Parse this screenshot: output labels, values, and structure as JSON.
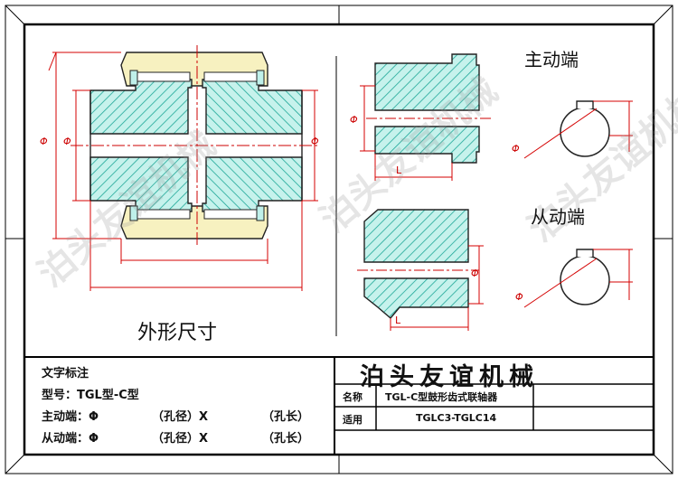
{
  "outer_view": {
    "title": "外形尺寸",
    "dia_symbol": "Φ"
  },
  "driving_view": {
    "title": "主动端",
    "dia_symbol": "Φ",
    "length_symbol": "L"
  },
  "driven_view": {
    "title": "从动端",
    "dia_symbol": "Φ",
    "length_symbol": "L"
  },
  "annotation": {
    "heading": "文字标注",
    "model_line": "型号：TGL型-C型",
    "driving_line": {
      "label": "主动端：Φ",
      "bore_dia": "（孔径）X",
      "bore_len": "（孔长）"
    },
    "driven_line": {
      "label": "从动端：Φ",
      "bore_dia": "（孔径）X",
      "bore_len": "（孔长）"
    }
  },
  "title_block": {
    "company": "泊头友谊机械",
    "name_label": "名称",
    "name_value": "TGL-C型鼓形齿式联轴器",
    "apply_label": "适用",
    "apply_value": "TGLC3-TGLC14"
  },
  "watermark": "泊头友谊机械",
  "colors": {
    "hatch": "#2bb3a3",
    "fill": "#bff0ea",
    "sleeve": "#f7f1c0",
    "dim": "#d40000",
    "axis": "#c00000"
  }
}
